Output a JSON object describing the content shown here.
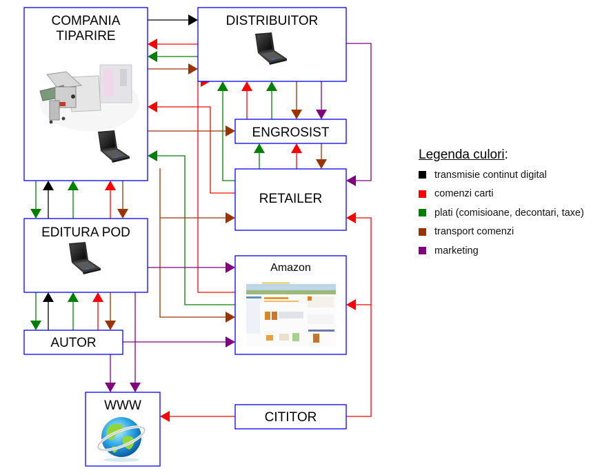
{
  "nodes": {
    "compania": {
      "label_line1": "COMPANIA",
      "label_line2": "TIPARIRE",
      "icons": [
        "printing-press-icon",
        "laptop-icon"
      ]
    },
    "distribuitor": {
      "label": "DISTRIBUITOR",
      "icons": [
        "laptop-icon"
      ]
    },
    "engrosist": {
      "label": "ENGROSIST"
    },
    "retailer": {
      "label": "RETAILER"
    },
    "editura": {
      "label": "EDITURA POD",
      "icons": [
        "laptop-icon"
      ]
    },
    "amazon": {
      "label": "Amazon",
      "icons": [
        "amazon-website-screenshot"
      ]
    },
    "autor": {
      "label": "AUTOR"
    },
    "www": {
      "label": "WWW",
      "icons": [
        "globe-icon"
      ]
    },
    "cititor": {
      "label": "CITITOR"
    }
  },
  "legend": {
    "title": "Legenda culori",
    "title_suffix": ":",
    "items": [
      {
        "key": "digital",
        "label": "transmisie continut digital",
        "color": "#000000"
      },
      {
        "key": "orders",
        "label": "comenzi carti",
        "color": "#ff0000"
      },
      {
        "key": "payments",
        "label": "plati (comisioane, decontari, taxe)",
        "color": "#008000"
      },
      {
        "key": "transport",
        "label": "transport comenzi",
        "color": "#993300"
      },
      {
        "key": "marketing",
        "label": "marketing",
        "color": "#800080"
      }
    ]
  },
  "colors": {
    "box_border": "#0000ff",
    "digital": "#000000",
    "orders": "#ff0000",
    "payments": "#008000",
    "transport": "#993300",
    "marketing": "#800080"
  },
  "edges": [
    {
      "from": "compania",
      "to": "distribuitor",
      "type": "digital"
    },
    {
      "from": "distribuitor",
      "to": "compania",
      "type": "orders"
    },
    {
      "from": "distribuitor",
      "to": "compania",
      "type": "payments"
    },
    {
      "from": "compania",
      "to": "distribuitor",
      "type": "transport"
    },
    {
      "from": "retailer",
      "to": "compania",
      "type": "orders"
    },
    {
      "from": "compania",
      "to": "engrosist",
      "type": "transport"
    },
    {
      "from": "amazon",
      "to": "compania",
      "type": "payments"
    },
    {
      "from": "compania",
      "to": "retailer",
      "type": "transport"
    },
    {
      "from": "compania",
      "to": "amazon",
      "type": "transport"
    },
    {
      "from": "amazon",
      "to": "distribuitor",
      "type": "orders"
    },
    {
      "from": "retailer",
      "to": "distribuitor",
      "type": "payments"
    },
    {
      "from": "engrosist",
      "to": "distribuitor",
      "type": "orders"
    },
    {
      "from": "engrosist",
      "to": "distribuitor",
      "type": "payments"
    },
    {
      "from": "distribuitor",
      "to": "engrosist",
      "type": "transport"
    },
    {
      "from": "distribuitor",
      "to": "engrosist",
      "type": "marketing"
    },
    {
      "from": "distribuitor",
      "to": "retailer",
      "type": "marketing"
    },
    {
      "from": "retailer",
      "to": "engrosist",
      "type": "payments"
    },
    {
      "from": "retailer",
      "to": "engrosist",
      "type": "orders"
    },
    {
      "from": "engrosist",
      "to": "retailer",
      "type": "transport"
    },
    {
      "from": "compania",
      "to": "editura",
      "type": "payments"
    },
    {
      "from": "editura",
      "to": "compania",
      "type": "digital"
    },
    {
      "from": "editura",
      "to": "compania",
      "type": "payments"
    },
    {
      "from": "editura",
      "to": "compania",
      "type": "orders"
    },
    {
      "from": "compania",
      "to": "editura",
      "type": "transport"
    },
    {
      "from": "editura",
      "to": "amazon",
      "type": "marketing"
    },
    {
      "from": "editura",
      "to": "autor",
      "type": "payments"
    },
    {
      "from": "autor",
      "to": "editura",
      "type": "digital"
    },
    {
      "from": "autor",
      "to": "editura",
      "type": "payments"
    },
    {
      "from": "autor",
      "to": "editura",
      "type": "orders"
    },
    {
      "from": "editura",
      "to": "autor",
      "type": "transport"
    },
    {
      "from": "autor",
      "to": "amazon",
      "type": "marketing"
    },
    {
      "from": "autor",
      "to": "www",
      "type": "marketing"
    },
    {
      "from": "editura",
      "to": "www",
      "type": "marketing"
    },
    {
      "from": "cititor",
      "to": "www",
      "type": "orders"
    },
    {
      "from": "cititor",
      "to": "retailer",
      "type": "orders"
    },
    {
      "from": "cititor",
      "to": "amazon",
      "type": "orders"
    }
  ]
}
